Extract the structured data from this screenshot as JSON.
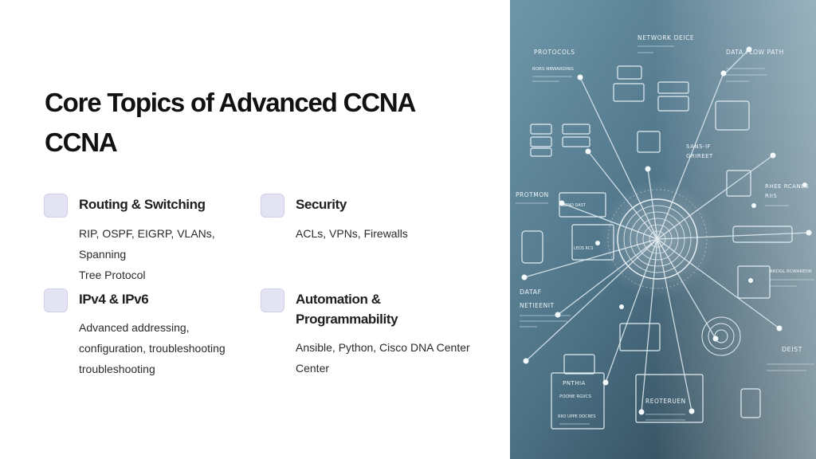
{
  "slide": {
    "title_lines": [
      "Core Topics of Advanced CCNA",
      "CCNA"
    ],
    "topics": [
      {
        "title_lines": [
          "Routing & Switching"
        ],
        "desc_lines": [
          "RIP, OSPF, EIGRP, VLANs, Spanning",
          "Tree Protocol"
        ]
      },
      {
        "title_lines": [
          "Security"
        ],
        "desc_lines": [
          "ACLs, VPNs, Firewalls"
        ]
      },
      {
        "title_lines": [
          "IPv4 & IPv6"
        ],
        "desc_lines": [
          "Advanced addressing,",
          "configuration, troubleshooting",
          "troubleshooting"
        ]
      },
      {
        "title_lines": [
          "Automation &",
          "Programmability"
        ],
        "desc_lines": [
          "Ansible, Python, Cisco DNA Center",
          "Center"
        ]
      }
    ]
  },
  "illustration": {
    "labels": {
      "protocols": "PROTOCOLS",
      "network_device": "NETWORK DEICE",
      "data_flow_path": "DATA FLOW PATH",
      "rors": "RORS NRWARDING",
      "sans": "SANS-IF",
      "grireet": "GRIREET",
      "protmon": "PROTMON",
      "rhee": "RHEE RCANES",
      "riis": "RIIS",
      "send_dast": "SEND DAST",
      "ledn": "LEDS RCS",
      "dataf": "DATAF",
      "netieenit": "NETIEENIT",
      "rrogl": "RROGL RCWAREOR",
      "deist": "DEIST",
      "pntiha": "PNTHIA",
      "poone": "POONE RGIICS",
      "rio": "RIIO UPPE DDCRES",
      "reotenen": "REOTERUEN"
    },
    "colors": {
      "bg_top": "#5d8499",
      "bg_mid": "#4b6f83",
      "bg_bottom": "#2a4352",
      "bg_right": "#a9c7d4",
      "line": "#dbe8ee"
    }
  }
}
